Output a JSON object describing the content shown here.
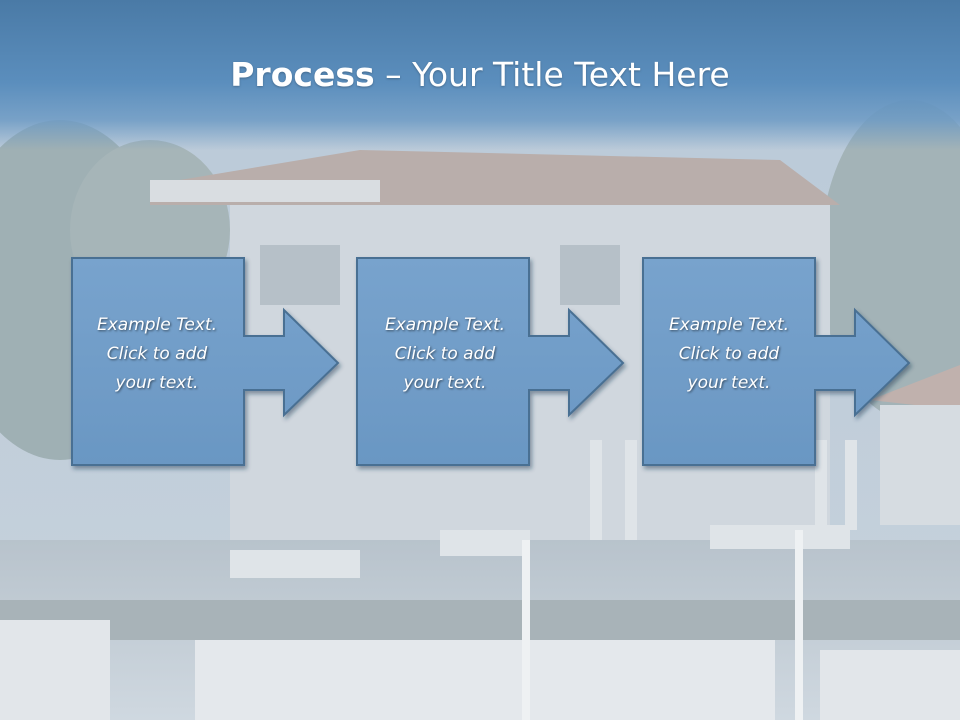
{
  "title": {
    "bold": "Process",
    "rest": " – Your Title Text Here"
  },
  "steps": [
    {
      "lines": [
        "Example Text.",
        "Click  to add",
        "your text."
      ]
    },
    {
      "lines": [
        "Example Text.",
        "Click  to add",
        "your text."
      ]
    },
    {
      "lines": [
        "Example Text.",
        "Click  to add",
        "your text."
      ]
    }
  ],
  "colors": {
    "box_fill": "#6f9cc8",
    "box_stroke": "#4a6f93",
    "title_band": "#5b8ebd"
  }
}
